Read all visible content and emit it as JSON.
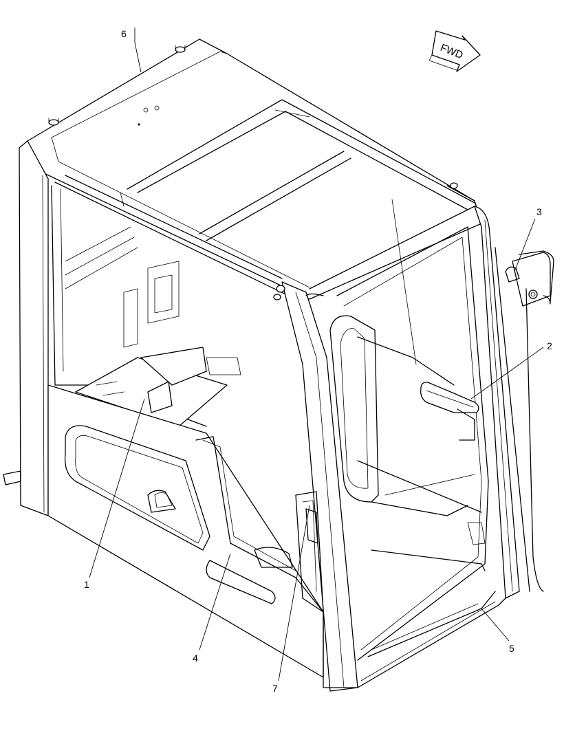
{
  "direction_arrow": {
    "label": "FWD",
    "icon": "forward-arrow-icon"
  },
  "callouts": [
    {
      "id": "callout-1",
      "label": "1"
    },
    {
      "id": "callout-2",
      "label": "2"
    },
    {
      "id": "callout-3",
      "label": "3"
    },
    {
      "id": "callout-4",
      "label": "4"
    },
    {
      "id": "callout-5",
      "label": "5"
    },
    {
      "id": "callout-6",
      "label": "6"
    },
    {
      "id": "callout-7",
      "label": "7"
    }
  ]
}
